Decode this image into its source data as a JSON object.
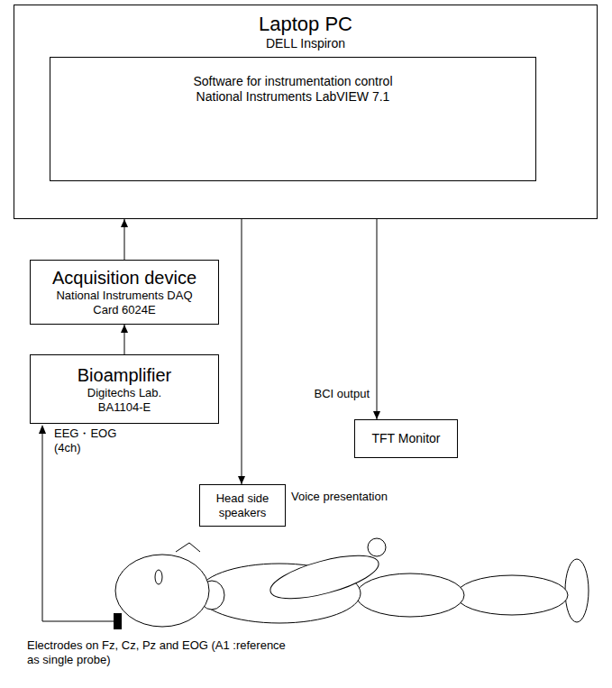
{
  "diagram": {
    "nodes": [
      {
        "text": [
          "Laptop PC",
          "DELL Inspiron"
        ]
      },
      {
        "text": [
          "Software for instrumentation control National Instruments LabVIEW 7.1"
        ],
        "in": 0
      },
      {
        "text": [
          "Acquisition device",
          "National Instruments DAQ Card 6024E"
        ]
      },
      {
        "text": [
          "Bioamplifier",
          "Digitechs Lab. BA1104-E"
        ]
      },
      {
        "text": [
          "TFT Monitor"
        ]
      },
      {
        "text": [
          "Head side speakers"
        ]
      }
    ],
    "edges": [
      {
        "from": 2,
        "to": 0,
        "arrow": "to"
      },
      {
        "from": 3,
        "to": 2,
        "arrow": "to"
      },
      {
        "from": 0,
        "to": 4,
        "label": "BCI output",
        "arrow": "to"
      },
      {
        "from": 0,
        "to": 5,
        "label": "Voice presentation",
        "arrow": "to"
      }
    ],
    "labels": [
      "EEG・EOG (4ch)",
      "Electrodes on Fz, Cz, Pz and EOG (A1 :reference as single probe)"
    ]
  }
}
